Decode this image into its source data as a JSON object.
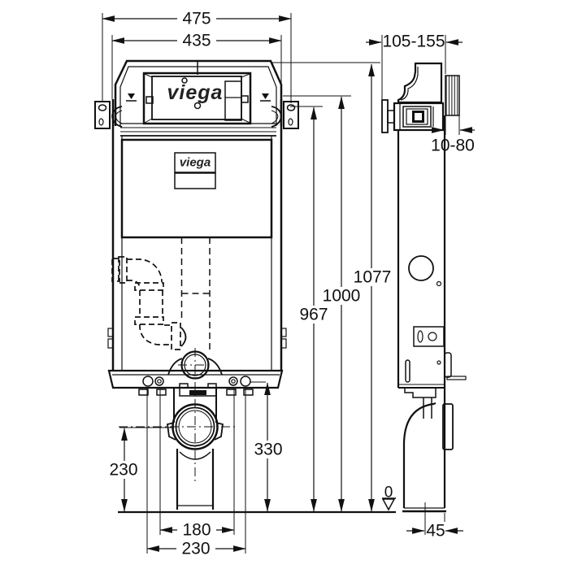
{
  "brand": {
    "plate_logo": "viega",
    "tank_logo": "viega"
  },
  "dimensions_mm": {
    "overall_width": "475",
    "inner_width": "435",
    "install_depth_range": "105-155",
    "wall_thickness_range": "10-80",
    "total_height": "1077",
    "frame_height": "1000",
    "bracket_height": "967",
    "rail_height": "330",
    "outlet_center_height": "230",
    "bolt_spacing": "180",
    "fixing_width": "230",
    "datum_level": "0",
    "foot_depth": "45"
  }
}
